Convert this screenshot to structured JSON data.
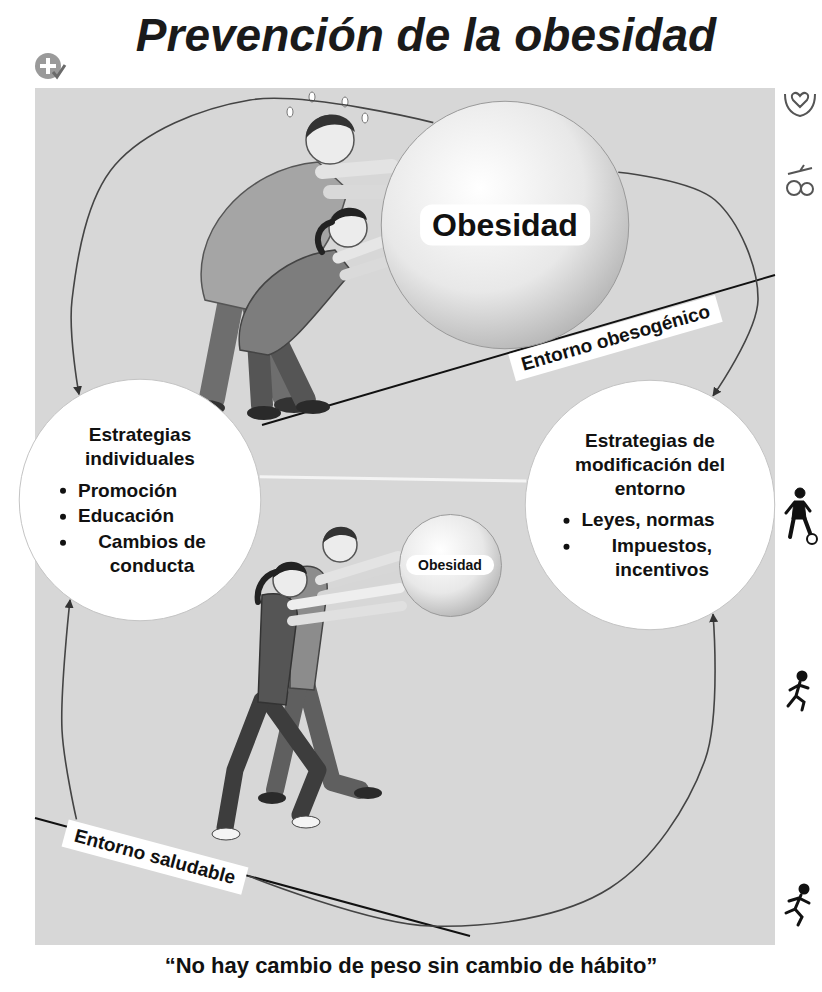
{
  "diagram": {
    "title": "Prevención de la obesidad",
    "caption": "“No hay cambio de peso sin cambio de hábito”",
    "nodes": [
      {
        "text": [
          "Obesidad"
        ]
      },
      {
        "text": [
          "Entorno obesogénico"
        ]
      },
      {
        "text": [
          "Estrategias individuales",
          "Promoción",
          "Educación",
          "Cambios de conducta"
        ]
      },
      {
        "text": [
          "Estrategias de modificación del entorno",
          "Leyes, normas",
          "Impuestos, incentivos"
        ]
      },
      {
        "text": [
          "Obesidad"
        ]
      },
      {
        "text": [
          "Entorno saludable"
        ]
      }
    ],
    "edges": [
      {
        "from": 0,
        "to": 2,
        "arrow": "to"
      },
      {
        "from": 0,
        "to": 3,
        "arrow": "to"
      },
      {
        "from": 2,
        "to": 3,
        "arrow": "none"
      },
      {
        "from": 5,
        "to": 2,
        "arrow": "to"
      },
      {
        "from": 5,
        "to": 3,
        "arrow": "to"
      }
    ]
  }
}
